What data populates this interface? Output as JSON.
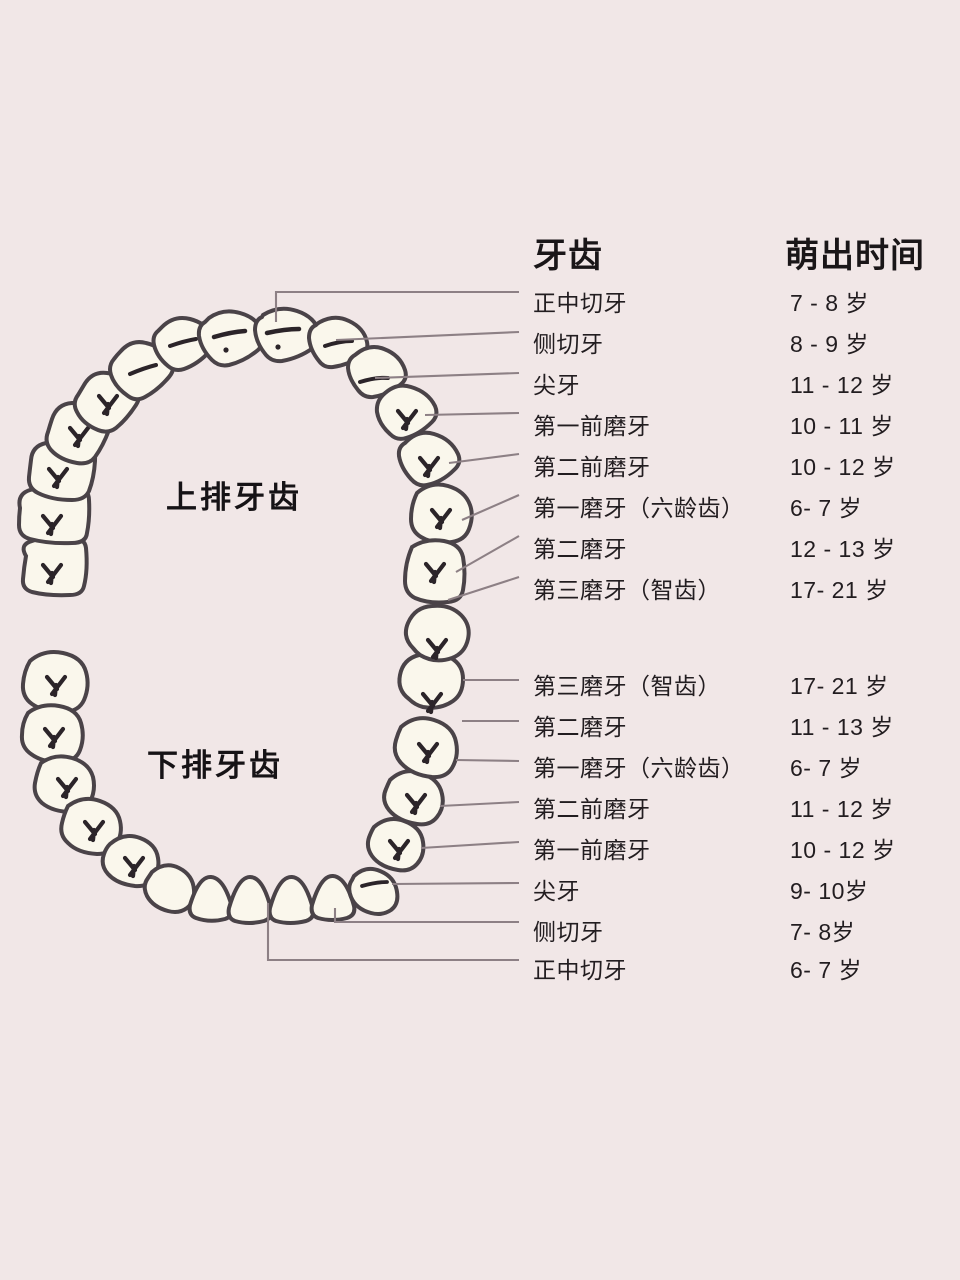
{
  "background_color": "#f1e7e7",
  "tooth_fill": "#faf7ec",
  "tooth_stroke": "#4a4348",
  "leader_line_color": "#8d8085",
  "headers": {
    "tooth": "牙齿",
    "time": "萌出时间"
  },
  "arches": {
    "upper_title": "上排牙齿",
    "lower_title": "下排牙齿"
  },
  "upper_rows": [
    {
      "name": "正中切牙",
      "age": "7 - 8 岁"
    },
    {
      "name": "侧切牙",
      "age": "8 - 9 岁"
    },
    {
      "name": "尖牙",
      "age": "11 - 12 岁"
    },
    {
      "name": "第一前磨牙",
      "age": "10 - 11 岁"
    },
    {
      "name": "第二前磨牙",
      "age": "10 - 12 岁"
    },
    {
      "name": "第一磨牙（六龄齿）",
      "age": "6- 7 岁"
    },
    {
      "name": "第二磨牙",
      "age": "12 - 13 岁"
    },
    {
      "name": "第三磨牙（智齿）",
      "age": "17- 21 岁"
    }
  ],
  "lower_rows": [
    {
      "name": "第三磨牙（智齿）",
      "age": "17- 21 岁"
    },
    {
      "name": "第二磨牙",
      "age": "11 - 13 岁"
    },
    {
      "name": "第一磨牙（六龄齿）",
      "age": "6- 7 岁"
    },
    {
      "name": "第二前磨牙",
      "age": "11 - 12 岁"
    },
    {
      "name": "第一前磨牙",
      "age": "10 - 12 岁"
    },
    {
      "name": "尖牙",
      "age": "9- 10岁"
    },
    {
      "name": "侧切牙",
      "age": "7- 8岁"
    },
    {
      "name": "正中切牙",
      "age": "6- 7 岁"
    }
  ]
}
